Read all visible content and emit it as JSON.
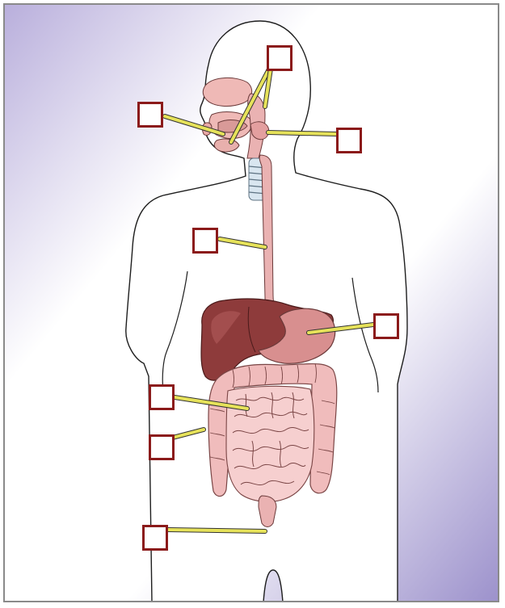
{
  "colors": {
    "frame_border": "#8a8a8a",
    "background_gradient": [
      "#b7addb",
      "#ffffff",
      "#9d92cc"
    ],
    "body_outline": "#1e1e1e",
    "label_box_border": "#8b1a1a",
    "leader_line": "#e6e25a",
    "liver": "#8e3b3b",
    "stomach": "#d88f8f",
    "intestine": "#f2c4c4",
    "esophagus": "#eab2b2",
    "trachea_rings": "#cfe0ec"
  },
  "icons": {
    "label_box": "empty-answer-box",
    "leader_line": "pointer-line"
  },
  "label_boxes": [
    {
      "id": "salivary-glands",
      "value": ""
    },
    {
      "id": "mouth",
      "value": ""
    },
    {
      "id": "pharynx",
      "value": ""
    },
    {
      "id": "esophagus",
      "value": ""
    },
    {
      "id": "stomach",
      "value": ""
    },
    {
      "id": "small-intestine",
      "value": ""
    },
    {
      "id": "large-intestine",
      "value": ""
    },
    {
      "id": "anus",
      "value": ""
    }
  ]
}
